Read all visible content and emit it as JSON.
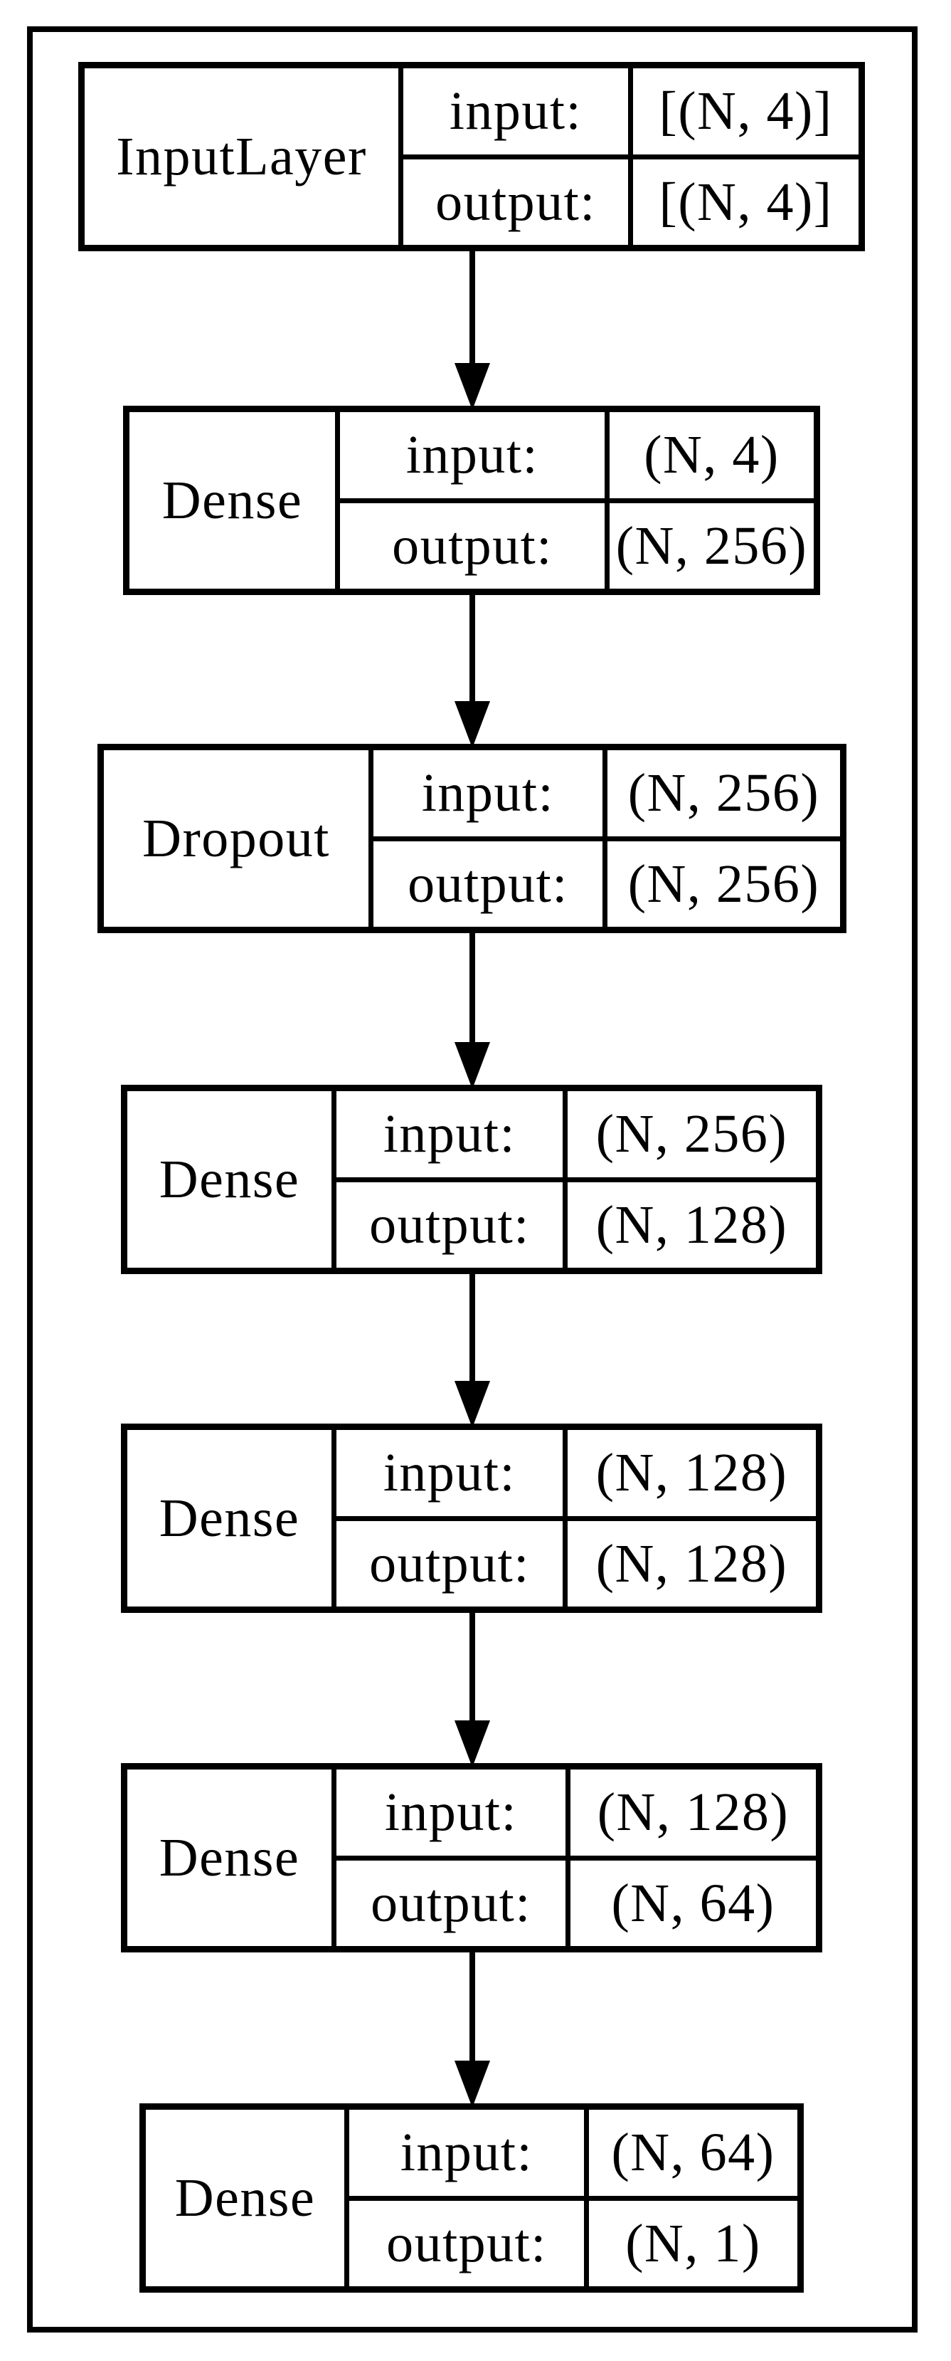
{
  "diagram": {
    "type": "keras-model-architecture",
    "colors": {
      "line": "#000000",
      "background": "#ffffff",
      "text": "#000000"
    },
    "io_labels": {
      "input": "input:",
      "output": "output:"
    },
    "icons": {
      "flow_arrow": "down-triangle-css-shape"
    },
    "layers": [
      {
        "name": "InputLayer",
        "input_shape": "[(N, 4)]",
        "output_shape": "[(N, 4)]"
      },
      {
        "name": "Dense",
        "input_shape": "(N, 4)",
        "output_shape": "(N, 256)"
      },
      {
        "name": "Dropout",
        "input_shape": "(N, 256)",
        "output_shape": "(N, 256)"
      },
      {
        "name": "Dense",
        "input_shape": "(N, 256)",
        "output_shape": "(N, 128)"
      },
      {
        "name": "Dense",
        "input_shape": "(N, 128)",
        "output_shape": "(N, 128)"
      },
      {
        "name": "Dense",
        "input_shape": "(N, 128)",
        "output_shape": "(N, 64)"
      },
      {
        "name": "Dense",
        "input_shape": "(N, 64)",
        "output_shape": "(N, 1)"
      }
    ]
  }
}
